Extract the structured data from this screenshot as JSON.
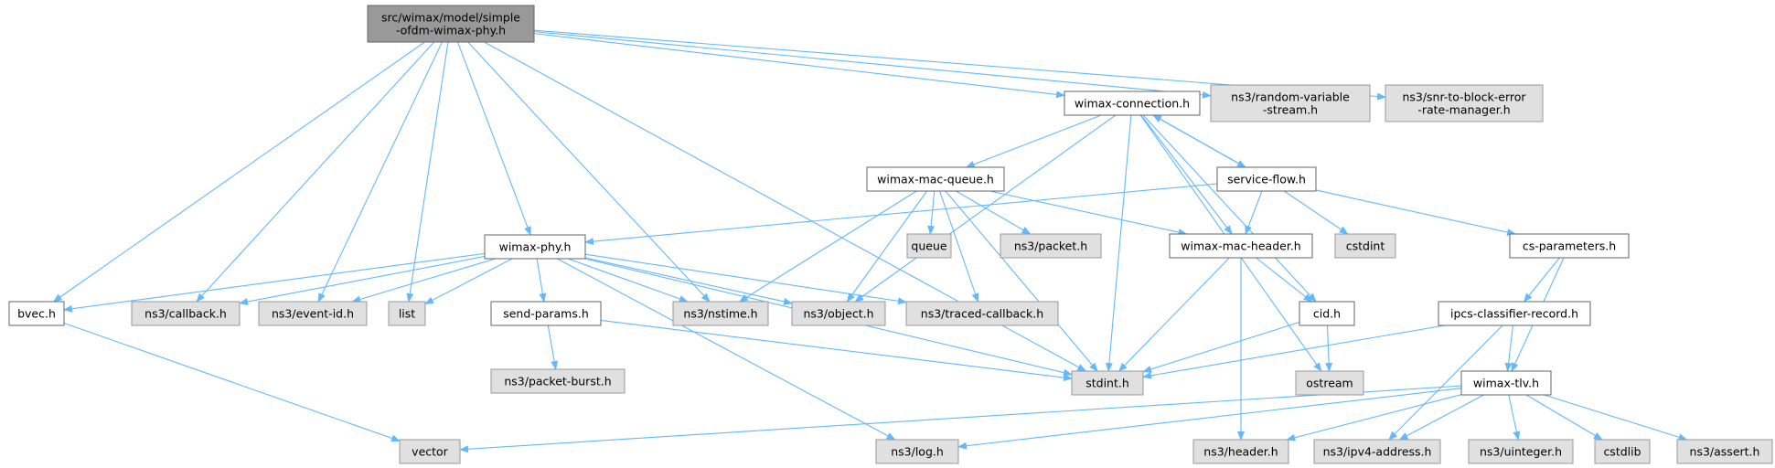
{
  "colors": {
    "edge": "#63b8ff",
    "root_fill": "#999999",
    "local_fill": "#ffffff",
    "system_fill": "#e0e0e0",
    "local_border": "#666666",
    "system_border": "#999999",
    "root_border": "#666666"
  },
  "nodes": {
    "root": {
      "lines": [
        "src/wimax/model/simple",
        "-ofdm-wimax-phy.h"
      ],
      "kind": "root"
    },
    "wimax_connection": {
      "lines": [
        "wimax-connection.h"
      ],
      "kind": "local"
    },
    "random_variable": {
      "lines": [
        "ns3/random-variable",
        "-stream.h"
      ],
      "kind": "system"
    },
    "snr_to_block": {
      "lines": [
        "ns3/snr-to-block-error",
        "-rate-manager.h"
      ],
      "kind": "system"
    },
    "wimax_mac_queue": {
      "lines": [
        "wimax-mac-queue.h"
      ],
      "kind": "local"
    },
    "service_flow": {
      "lines": [
        "service-flow.h"
      ],
      "kind": "local"
    },
    "wimax_phy": {
      "lines": [
        "wimax-phy.h"
      ],
      "kind": "local"
    },
    "queue": {
      "lines": [
        "queue"
      ],
      "kind": "system"
    },
    "packet": {
      "lines": [
        "ns3/packet.h"
      ],
      "kind": "system"
    },
    "wimax_mac_header": {
      "lines": [
        "wimax-mac-header.h"
      ],
      "kind": "local"
    },
    "cstdint": {
      "lines": [
        "cstdint"
      ],
      "kind": "system"
    },
    "cs_parameters": {
      "lines": [
        "cs-parameters.h"
      ],
      "kind": "local"
    },
    "bvec": {
      "lines": [
        "bvec.h"
      ],
      "kind": "local"
    },
    "callback": {
      "lines": [
        "ns3/callback.h"
      ],
      "kind": "system"
    },
    "event_id": {
      "lines": [
        "ns3/event-id.h"
      ],
      "kind": "system"
    },
    "list": {
      "lines": [
        "list"
      ],
      "kind": "system"
    },
    "send_params": {
      "lines": [
        "send-params.h"
      ],
      "kind": "local"
    },
    "nstime": {
      "lines": [
        "ns3/nstime.h"
      ],
      "kind": "system"
    },
    "object": {
      "lines": [
        "ns3/object.h"
      ],
      "kind": "system"
    },
    "traced_callback": {
      "lines": [
        "ns3/traced-callback.h"
      ],
      "kind": "system"
    },
    "cid": {
      "lines": [
        "cid.h"
      ],
      "kind": "local"
    },
    "ipcs_classifier": {
      "lines": [
        "ipcs-classifier-record.h"
      ],
      "kind": "local"
    },
    "packet_burst": {
      "lines": [
        "ns3/packet-burst.h"
      ],
      "kind": "system"
    },
    "stdint": {
      "lines": [
        "stdint.h"
      ],
      "kind": "system"
    },
    "ostream": {
      "lines": [
        "ostream"
      ],
      "kind": "system"
    },
    "wimax_tlv": {
      "lines": [
        "wimax-tlv.h"
      ],
      "kind": "local"
    },
    "vector": {
      "lines": [
        "vector"
      ],
      "kind": "system"
    },
    "log": {
      "lines": [
        "ns3/log.h"
      ],
      "kind": "system"
    },
    "header": {
      "lines": [
        "ns3/header.h"
      ],
      "kind": "system"
    },
    "ipv4_address": {
      "lines": [
        "ns3/ipv4-address.h"
      ],
      "kind": "system"
    },
    "uinteger": {
      "lines": [
        "ns3/uinteger.h"
      ],
      "kind": "system"
    },
    "cstdlib": {
      "lines": [
        "cstdlib"
      ],
      "kind": "system"
    },
    "assert": {
      "lines": [
        "ns3/assert.h"
      ],
      "kind": "system"
    }
  },
  "edges": [
    [
      "root",
      "wimax_connection"
    ],
    [
      "root",
      "random_variable"
    ],
    [
      "root",
      "snr_to_block"
    ],
    [
      "root",
      "wimax_phy"
    ],
    [
      "root",
      "bvec"
    ],
    [
      "root",
      "callback"
    ],
    [
      "root",
      "event_id"
    ],
    [
      "root",
      "list"
    ],
    [
      "root",
      "nstime"
    ],
    [
      "root",
      "stdint"
    ],
    [
      "wimax_connection",
      "wimax_mac_queue"
    ],
    [
      "wimax_connection",
      "service_flow"
    ],
    [
      "wimax_connection",
      "wimax_mac_header"
    ],
    [
      "wimax_connection",
      "object"
    ],
    [
      "wimax_connection",
      "stdint"
    ],
    [
      "wimax_connection",
      "cid"
    ],
    [
      "wimax_connection",
      "ostream"
    ],
    [
      "wimax_mac_queue",
      "queue"
    ],
    [
      "wimax_mac_queue",
      "packet"
    ],
    [
      "wimax_mac_queue",
      "wimax_mac_header"
    ],
    [
      "wimax_mac_queue",
      "nstime"
    ],
    [
      "wimax_mac_queue",
      "object"
    ],
    [
      "wimax_mac_queue",
      "traced_callback"
    ],
    [
      "wimax_mac_queue",
      "stdint"
    ],
    [
      "service_flow",
      "wimax_connection"
    ],
    [
      "service_flow",
      "wimax_phy"
    ],
    [
      "service_flow",
      "wimax_mac_header"
    ],
    [
      "service_flow",
      "cstdint"
    ],
    [
      "service_flow",
      "cs_parameters"
    ],
    [
      "wimax_phy",
      "bvec"
    ],
    [
      "wimax_phy",
      "callback"
    ],
    [
      "wimax_phy",
      "event_id"
    ],
    [
      "wimax_phy",
      "list"
    ],
    [
      "wimax_phy",
      "send_params"
    ],
    [
      "wimax_phy",
      "nstime"
    ],
    [
      "wimax_phy",
      "object"
    ],
    [
      "wimax_phy",
      "traced_callback"
    ],
    [
      "wimax_phy",
      "stdint"
    ],
    [
      "wimax_phy",
      "log"
    ],
    [
      "wimax_mac_header",
      "cid"
    ],
    [
      "wimax_mac_header",
      "stdint"
    ],
    [
      "wimax_mac_header",
      "header"
    ],
    [
      "cs_parameters",
      "ipcs_classifier"
    ],
    [
      "cs_parameters",
      "wimax_tlv"
    ],
    [
      "bvec",
      "vector"
    ],
    [
      "send_params",
      "packet_burst"
    ],
    [
      "send_params",
      "stdint"
    ],
    [
      "cid",
      "stdint"
    ],
    [
      "cid",
      "ostream"
    ],
    [
      "ipcs_classifier",
      "stdint"
    ],
    [
      "ipcs_classifier",
      "wimax_tlv"
    ],
    [
      "ipcs_classifier",
      "ipv4_address"
    ],
    [
      "wimax_tlv",
      "vector"
    ],
    [
      "wimax_tlv",
      "log"
    ],
    [
      "wimax_tlv",
      "header"
    ],
    [
      "wimax_tlv",
      "ipv4_address"
    ],
    [
      "wimax_tlv",
      "uinteger"
    ],
    [
      "wimax_tlv",
      "cstdlib"
    ],
    [
      "wimax_tlv",
      "assert"
    ]
  ]
}
